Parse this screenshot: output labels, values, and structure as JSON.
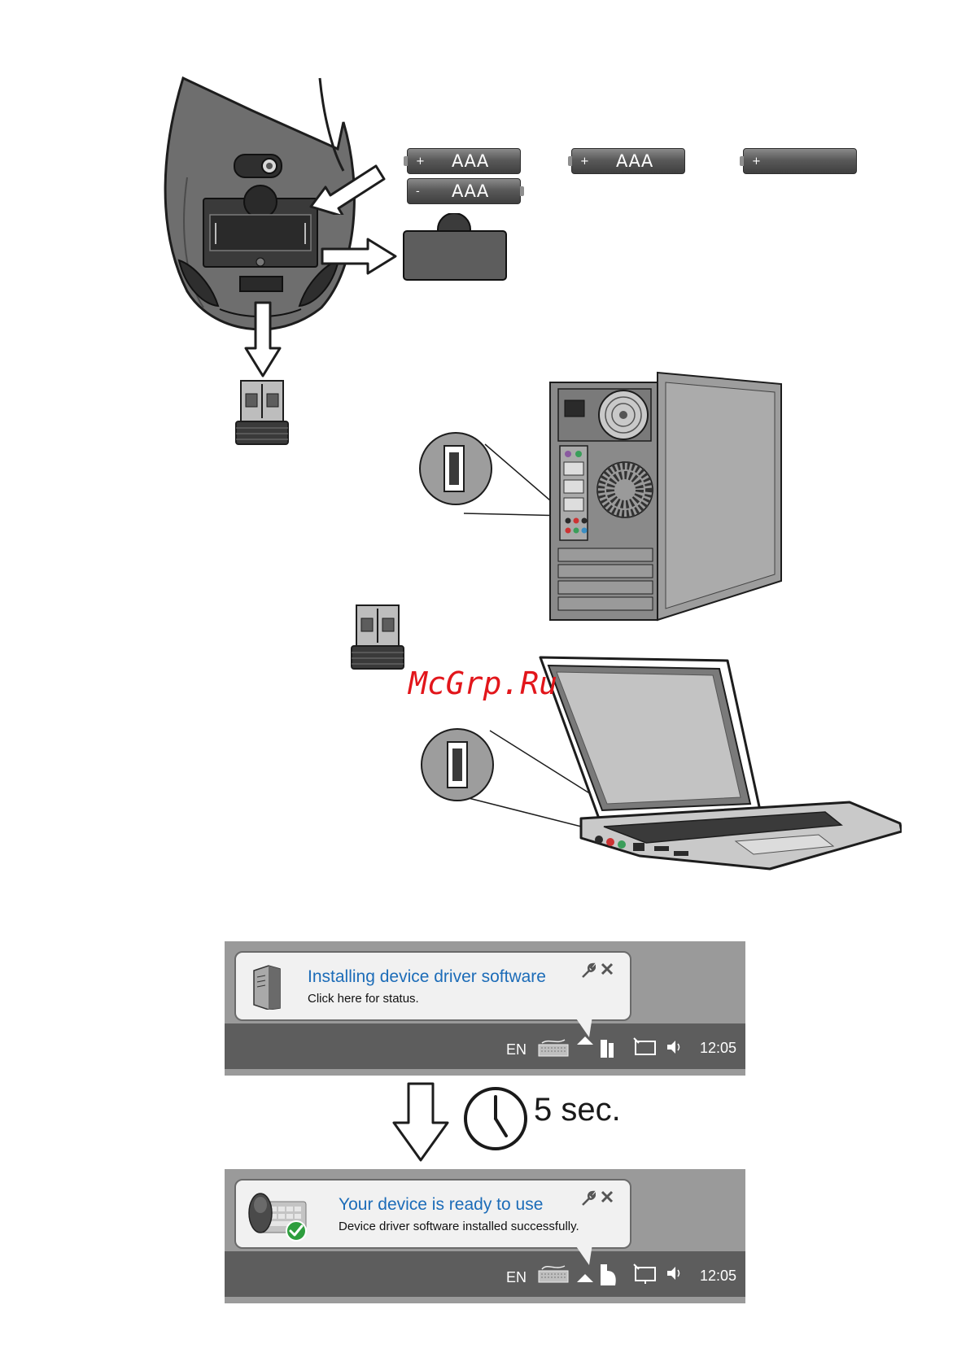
{
  "batteries": [
    {
      "sign": "+",
      "label": "AAA"
    },
    {
      "sign": "-",
      "label": "AAA"
    },
    {
      "sign": "+",
      "label": "AAA"
    },
    {
      "sign": "+",
      "label": ""
    }
  ],
  "watermark": "McGrp.Ru",
  "notification_installing": {
    "title": "Installing device driver software",
    "subtitle": "Click here for status.",
    "taskbar": {
      "language": "EN",
      "clock": "12:05"
    }
  },
  "wait_indicator": {
    "duration": "5 sec."
  },
  "notification_ready": {
    "title": "Your device is ready to use",
    "subtitle": "Device driver software installed successfully.",
    "taskbar": {
      "language": "EN",
      "clock": "12:05"
    }
  },
  "colors": {
    "balloon_title": "#1c6cb8",
    "watermark": "#e2161b",
    "taskbar": "#5d5d5d",
    "success_check": "#2e9e3e"
  }
}
